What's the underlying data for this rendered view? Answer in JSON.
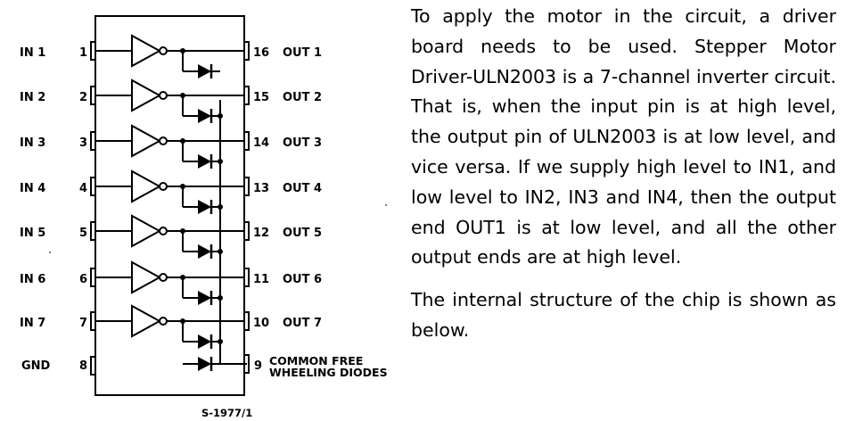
{
  "diagram": {
    "pins": [
      {
        "in_label": "IN 1",
        "in_pin": "1",
        "out_pin": "16",
        "out_label": "OUT 1"
      },
      {
        "in_label": "IN 2",
        "in_pin": "2",
        "out_pin": "15",
        "out_label": "OUT 2"
      },
      {
        "in_label": "IN 3",
        "in_pin": "3",
        "out_pin": "14",
        "out_label": "OUT 3"
      },
      {
        "in_label": "IN 4",
        "in_pin": "4",
        "out_pin": "13",
        "out_label": "OUT 4"
      },
      {
        "in_label": "IN 5",
        "in_pin": "5",
        "out_pin": "12",
        "out_label": "OUT 5"
      },
      {
        "in_label": "IN 6",
        "in_pin": "6",
        "out_pin": "11",
        "out_label": "OUT 6"
      },
      {
        "in_label": "IN 7",
        "in_pin": "7",
        "out_pin": "10",
        "out_label": "OUT 7"
      }
    ],
    "gnd_label": "GND",
    "gnd_pin": "8",
    "common_pin": "9",
    "common_label_1": "COMMON  FREE",
    "common_label_2": "WHEELING DIODES",
    "figure_code": "S-1977/1"
  },
  "text": {
    "paragraph1": "To apply the motor in the circuit, a driver board needs to be used. Stepper Motor Driver-ULN2003 is a 7-channel inverter circuit. That is, when the input pin is at high level, the output pin of ULN2003 is at low level, and vice versa. If we supply high level to IN1, and low level to IN2, IN3 and IN4, then the output end OUT1 is at low level, and all the other output ends are at high level.",
    "paragraph2": "The internal structure of the chip is shown as below."
  }
}
